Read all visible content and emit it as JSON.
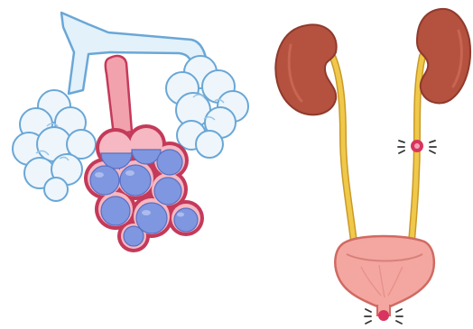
{
  "illustration": {
    "panels": [
      {
        "subject": "alveoli-cluster",
        "state_left": "healthy",
        "state_right": "inflamed"
      },
      {
        "subject": "urinary-tract",
        "highlights": [
          "ureter-narrowing",
          "urethral-opening"
        ]
      }
    ],
    "colors": {
      "background": "#ffffff",
      "airway_fill": "#e3f1fb",
      "airway_stroke": "#6aa7d6",
      "alveoli_healthy_fill": "#eef6fc",
      "alveoli_inflamed_fill": "#7f97e0",
      "alveoli_inflamed_outline": "#c43a5a",
      "bronchiole_inflamed": "#f2a2ad",
      "kidney_fill": "#b4513f",
      "kidney_shade": "#8f3a2c",
      "ureter": "#f0c84a",
      "ureter_stroke": "#c99a28",
      "bladder_fill": "#f3a7a0",
      "bladder_stroke": "#d06a63",
      "highlight": "#d8345f"
    }
  }
}
